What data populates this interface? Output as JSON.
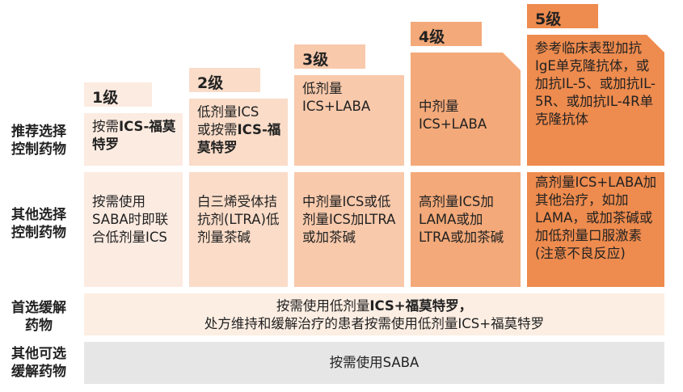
{
  "levels": [
    "1级",
    "2级",
    "3级",
    "4级",
    "5级"
  ],
  "row_labels": {
    "preferred_controller": [
      "推荐选择",
      "控制药物"
    ],
    "other_controller": [
      "其他选择",
      "控制药物"
    ],
    "preferred_reliever": [
      "首选缓解",
      "药物"
    ],
    "other_reliever": [
      "其他可选",
      "缓解药物"
    ]
  },
  "preferred_controller": {
    "step1": {
      "pre": "按需",
      "bold": "ICS-福莫特罗"
    },
    "step2": {
      "line1": "低剂量ICS",
      "pre": "或按需",
      "bold": "ICS-福莫特罗"
    },
    "step3": "低剂量ICS+LABA",
    "step4": "中剂量ICS+LABA",
    "step5": "参考临床表型加抗IgE单克隆抗体，或加抗IL-5、或加抗IL-5R、或加抗IL-4R单克隆抗体"
  },
  "other_controller": {
    "step1": "按需使用SABA时即联合低剂量ICS",
    "step2": "白三烯受体拮抗剂(LTRA)低剂量茶碱",
    "step3": "中剂量ICS或低剂量ICS加LTRA或加茶碱",
    "step4": "高剂量ICS加LAMA或加LTRA或加茶碱",
    "step5": "高剂量ICS+LABA加其他治疗，如加LAMA，或加茶碱或加低剂量口服激素(注意不良反应)"
  },
  "preferred_reliever": {
    "pre": "按需使用低剂量",
    "bold": "ICS+福莫特罗，",
    "line2": "处方维持和缓解治疗的患者按需使用低剂量ICS+福莫特罗"
  },
  "other_reliever": "按需使用SABA",
  "colors": {
    "step1": "#fcebe1",
    "step2": "#fadcc8",
    "step3": "#f8c9ab",
    "step4": "#f3a979",
    "step5": "#ee8b4e",
    "reliever_other": "#e6e6e6"
  }
}
